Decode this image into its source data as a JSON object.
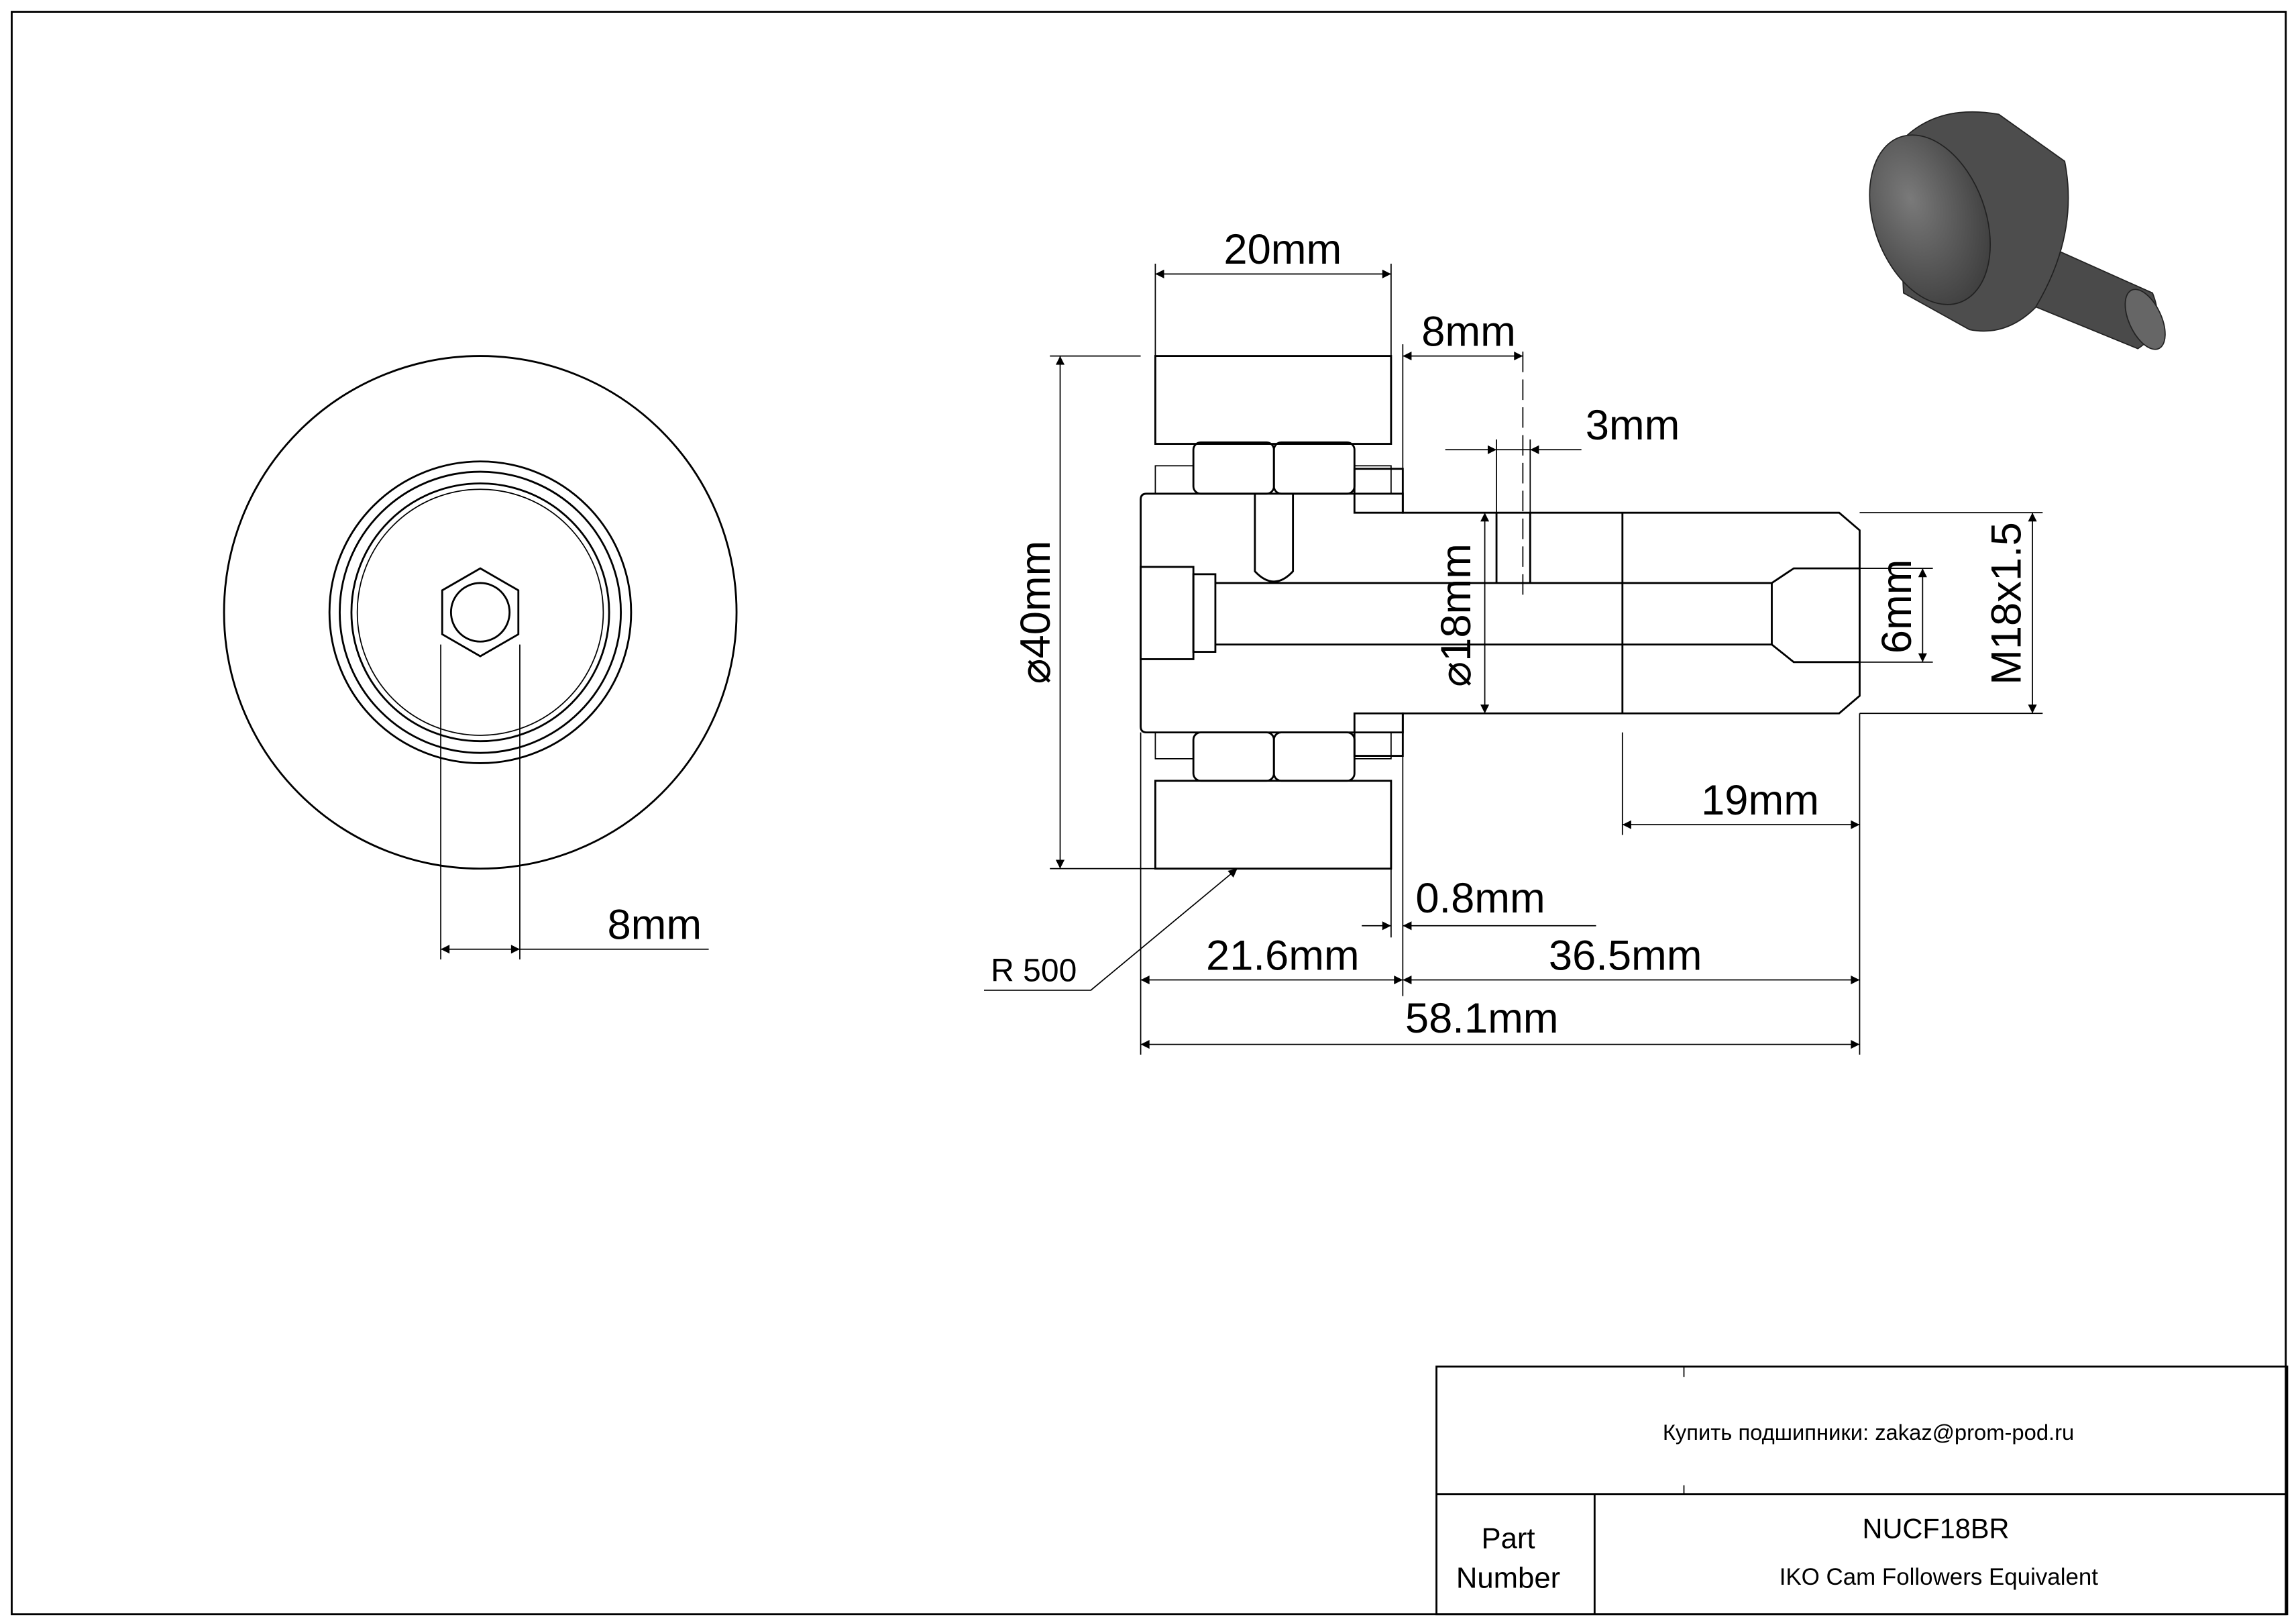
{
  "drawing": {
    "dimensions": {
      "width_outer": "20mm",
      "flange_gap": "8mm",
      "slot": "3mm",
      "outer_diameter": "40mm",
      "stud_diameter": "18mm",
      "hex_socket": "6mm",
      "thread": "M18x1.5",
      "thread_length": "19mm",
      "offset": "0.8mm",
      "head_length": "21.6mm",
      "stud_length": "36.5mm",
      "total_length": "58.1mm",
      "radius": "R 500",
      "hex_size": "8mm"
    }
  },
  "title_block": {
    "contact": "Купить подшипники: zakaz@prom-pod.ru",
    "part_label_line1": "Part",
    "part_label_line2": "Number",
    "part_number": "NUCF18BR",
    "description": "IKO Cam Followers Equivalent"
  },
  "colors": {
    "line": "#000000",
    "render": "#5a5a5a"
  }
}
